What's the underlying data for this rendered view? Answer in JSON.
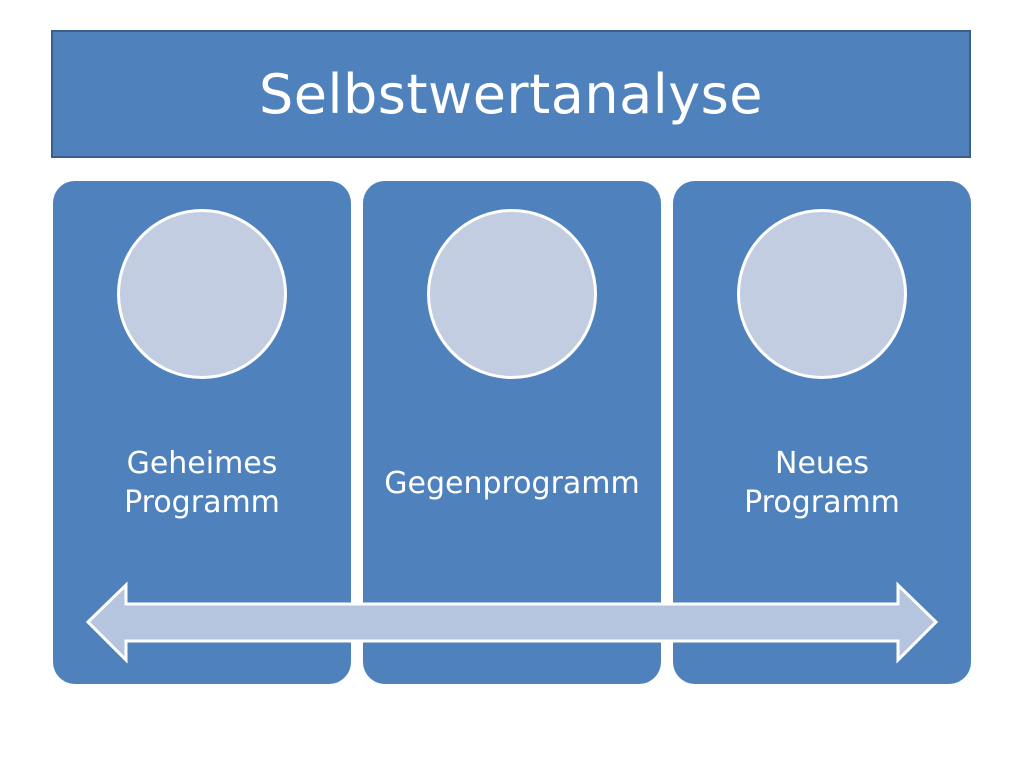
{
  "title": "Selbstwertanalyse",
  "panels": [
    {
      "label": "Geheimes\nProgramm"
    },
    {
      "label": "Gegenprogramm"
    },
    {
      "label": "Neues\nProgramm"
    }
  ],
  "colors": {
    "panel": "#4f81bd",
    "circle": "#c3cde2",
    "arrow": "#b5c4df",
    "border": "#ffffff"
  },
  "icons": {
    "arrow": "double-headed-arrow-icon"
  }
}
